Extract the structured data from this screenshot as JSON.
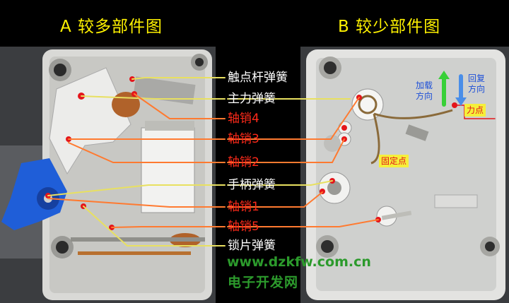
{
  "titles": {
    "a": "A  较多部件图",
    "b": "B 较少部件图"
  },
  "labels": {
    "contact_spring": "触点杆弹簧",
    "main_spring": "主力弹簧",
    "pin4": "轴销4",
    "pin3": "轴销3",
    "pin2": "轴销2",
    "handle_spring": "手柄弹簧",
    "pin1": "轴销1",
    "pin5": "轴销5",
    "lock_spring": "锁片弹簧"
  },
  "annotations": {
    "load_direction": [
      "加载",
      "方向"
    ],
    "return_direction": [
      "回复",
      "方向"
    ],
    "force_point": "力点",
    "fixed_point": "固定点"
  },
  "watermark": {
    "url": "www.dzkfw.com.cn",
    "name": "电子开发网"
  },
  "colors": {
    "title": "#fff200",
    "label_white": "#ffffff",
    "label_red": "#ff2a1a",
    "leader_yellow": "#e8e060",
    "leader_orange": "#ff7a30",
    "watermark": "#2c9a2c"
  }
}
